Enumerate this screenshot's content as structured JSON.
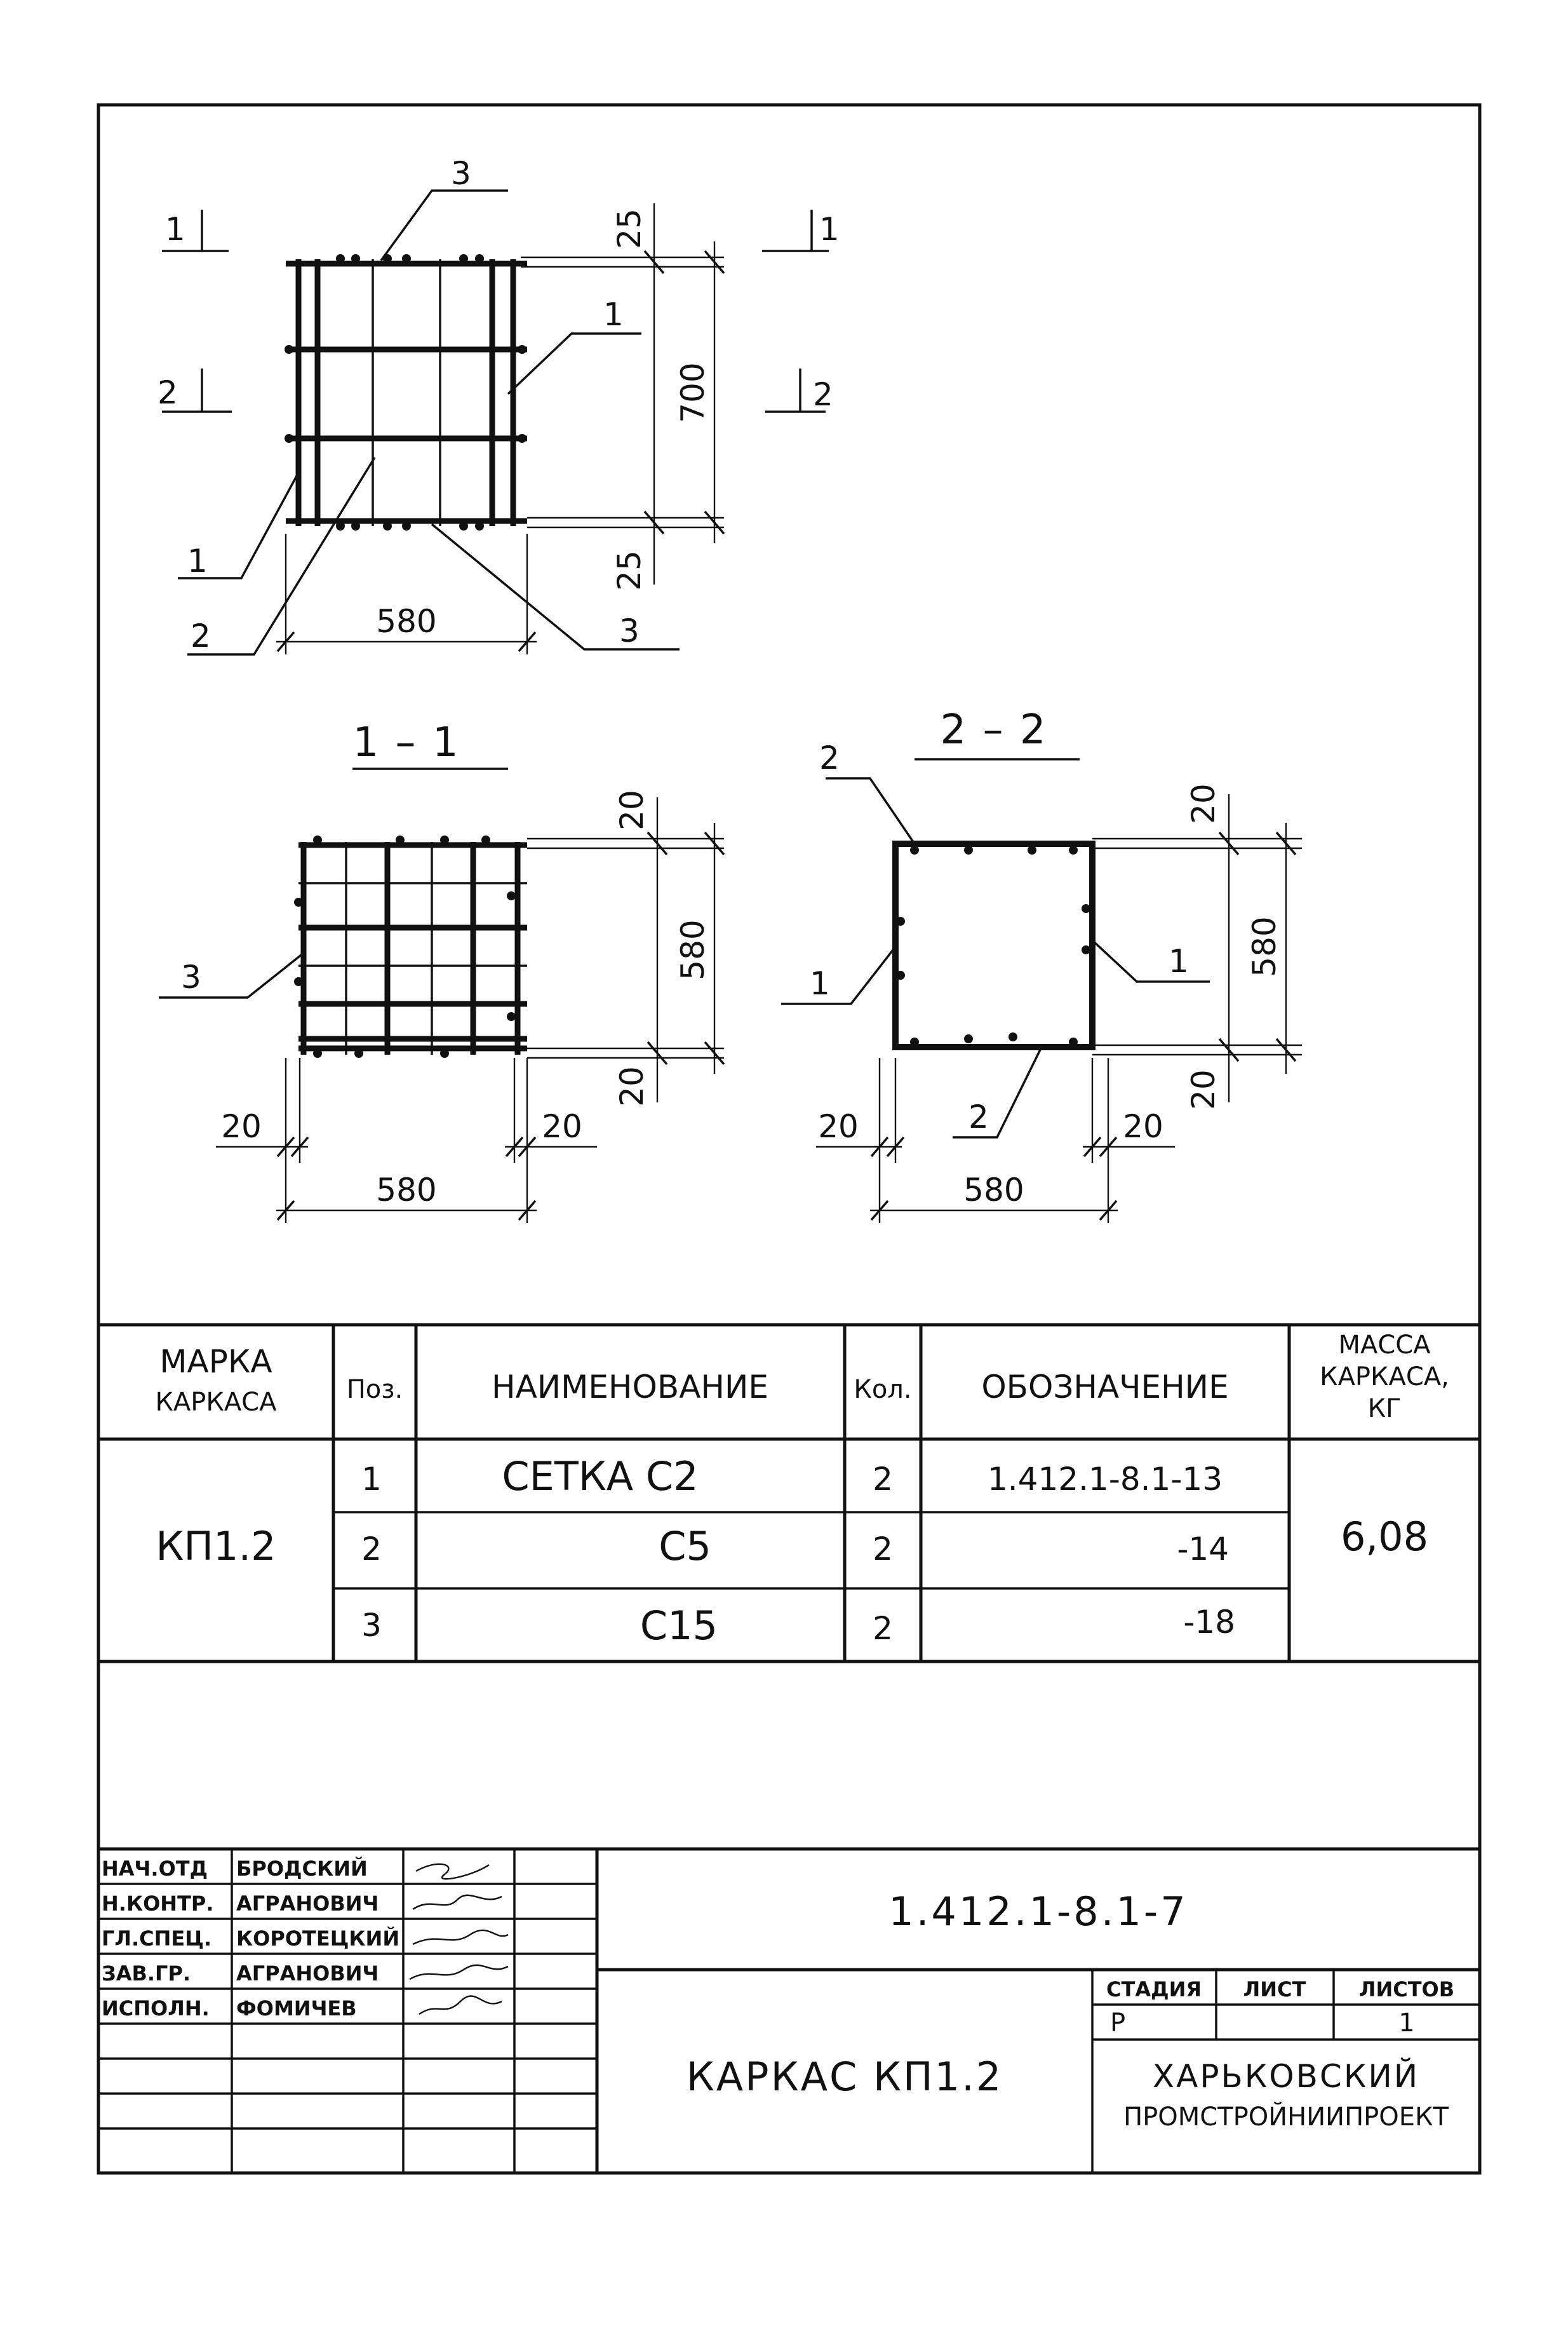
{
  "drawing": {
    "elevation": {
      "dim_top": "25",
      "dim_height": "700",
      "dim_bottom": "25",
      "dim_width": "580",
      "section_1_left": "1",
      "section_1_right": "1",
      "section_2_left": "2",
      "section_2_right": "2",
      "callout_3_top": "3",
      "callout_1_right": "1",
      "callout_1_left": "1",
      "callout_2_left": "2",
      "callout_3_bottom": "3"
    },
    "section_1_1": {
      "title": "1 – 1",
      "dim_top": "20",
      "dim_height": "580",
      "dim_bottom": "20",
      "dim_left": "20",
      "dim_right": "20",
      "dim_width": "580",
      "callout_3": "3"
    },
    "section_2_2": {
      "title": "2 – 2",
      "dim_top": "20",
      "dim_height": "580",
      "dim_bottom": "20",
      "dim_left": "20",
      "dim_right": "20",
      "dim_width": "580",
      "callout_2_top": "2",
      "callout_1_left": "1",
      "callout_1_right": "1",
      "callout_2_bottom": "2"
    }
  },
  "spec_table": {
    "headers": {
      "mark_l1": "МАРКА",
      "mark_l2": "КАРКАСА",
      "pos": "Поз.",
      "name": "НАИМЕНОВАНИЕ",
      "qty": "Кол.",
      "designation": "ОБОЗНАЧЕНИЕ",
      "mass_l1": "МАССА",
      "mass_l2": "КАРКАСА,",
      "mass_l3": "КГ"
    },
    "mark": "КП1.2",
    "mass": "6,08",
    "rows": [
      {
        "pos": "1",
        "name": "СЕТКА С2",
        "qty": "2",
        "designation": "1.412.1-8.1-13"
      },
      {
        "pos": "2",
        "name": "С5",
        "qty": "2",
        "designation": "-14"
      },
      {
        "pos": "3",
        "name": "С15",
        "qty": "2",
        "designation": "-18"
      }
    ]
  },
  "title_block": {
    "roles": [
      {
        "role": "НАЧ.ОТД",
        "name": "БРОДСКИЙ"
      },
      {
        "role": "Н.КОНТР.",
        "name": "АГРАНОВИЧ"
      },
      {
        "role": "ГЛ.СПЕЦ.",
        "name": "КОРОТЕЦКИЙ"
      },
      {
        "role": "ЗАВ.ГР.",
        "name": "АГРАНОВИЧ"
      },
      {
        "role": "ИСПОЛН.",
        "name": "ФОМИЧЕВ"
      }
    ],
    "document_code": "1.412.1-8.1-7",
    "title": "КАРКАС КП1.2",
    "stage_label": "СТАДИЯ",
    "sheet_label": "ЛИСТ",
    "sheets_label": "ЛИСТОВ",
    "stage": "Р",
    "sheet": "",
    "sheets": "1",
    "org_l1": "ХАРЬКОВСКИЙ",
    "org_l2": "ПРОМСТРОЙНИИПРОЕКТ"
  }
}
